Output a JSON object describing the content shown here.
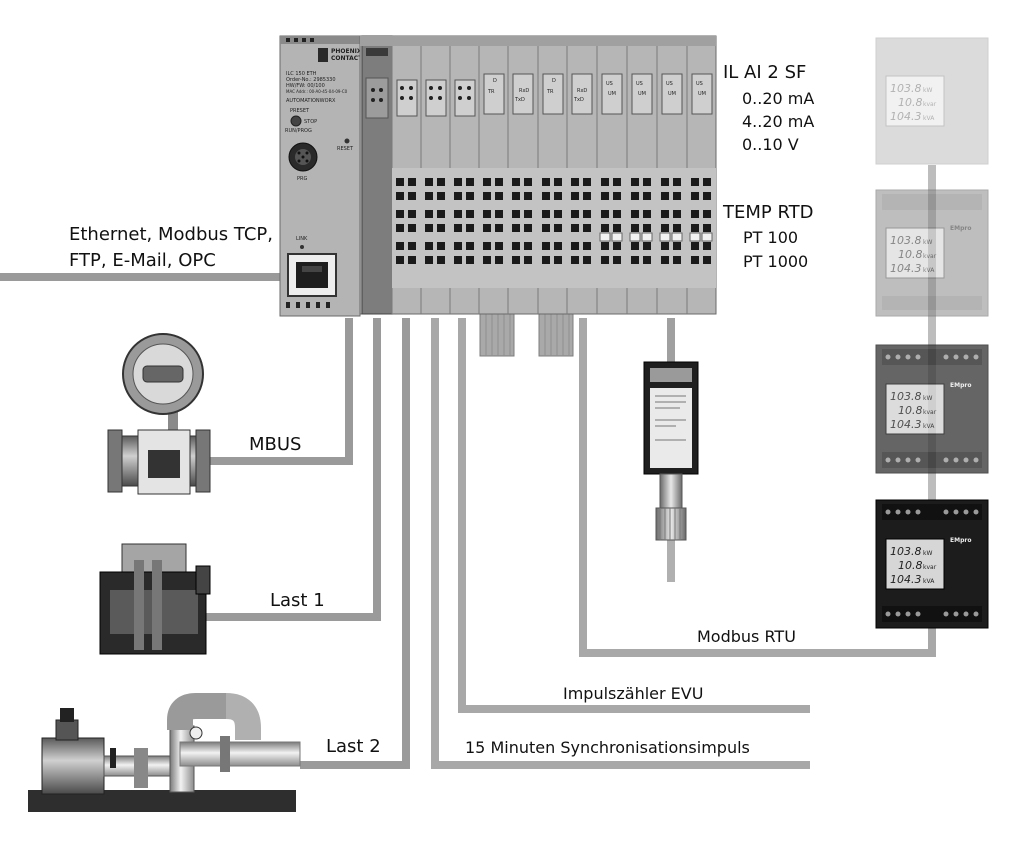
{
  "labels": {
    "ethernet_line1": "Ethernet, Modbus TCP,",
    "ethernet_line2": "FTP, E-Mail, OPC",
    "mbus": "MBUS",
    "last1": "Last 1",
    "last2": "Last 2",
    "modbus_rtu": "Modbus RTU",
    "impulszaehler": "Impulszähler EVU",
    "sync_pulse": "15 Minuten Synchronisationsimpuls",
    "analog_module": "IL AI 2 SF",
    "analog_range_1": "0..20 mA",
    "analog_range_2": "4..20 mA",
    "analog_range_3": "0..10 V",
    "temp_module": "TEMP RTD",
    "temp_sensor_1": "PT 100",
    "temp_sensor_2": "PT 1000"
  },
  "controller": {
    "brand_line1": "PHOENIX",
    "brand_line2": "CONTACT",
    "model": "ILC 150 ETH",
    "order_no": "Order-No.: 2985330",
    "hw_fw": "HW/FW: 00/100",
    "mac": "MAC Addr.: 00-A0-45-04-09-C0",
    "series": "AUTOMATIONWORX",
    "prg_reset": "PRESET",
    "stop": "STOP",
    "run_prog": "RUN/PROG",
    "reset": "RESET",
    "prg": "PRG",
    "link": "LINK"
  },
  "io_modules": {
    "d": "D",
    "tr": "TR",
    "rxd": "RxD",
    "txd": "TxD",
    "us": "US",
    "um": "UM"
  },
  "meter": {
    "value_kw": "103.8",
    "unit_kw": "kW",
    "value_kvar": "10.8",
    "unit_kvar": "kvar",
    "value_kva": "104.3",
    "unit_kva": "kVA",
    "brand": "EMpro"
  },
  "colors": {
    "wire_dark": "#8a8a8a",
    "wire_light": "#c8c8c8",
    "module_body": "#b9b9b9",
    "terminal_hole": "#1a1a1a"
  }
}
